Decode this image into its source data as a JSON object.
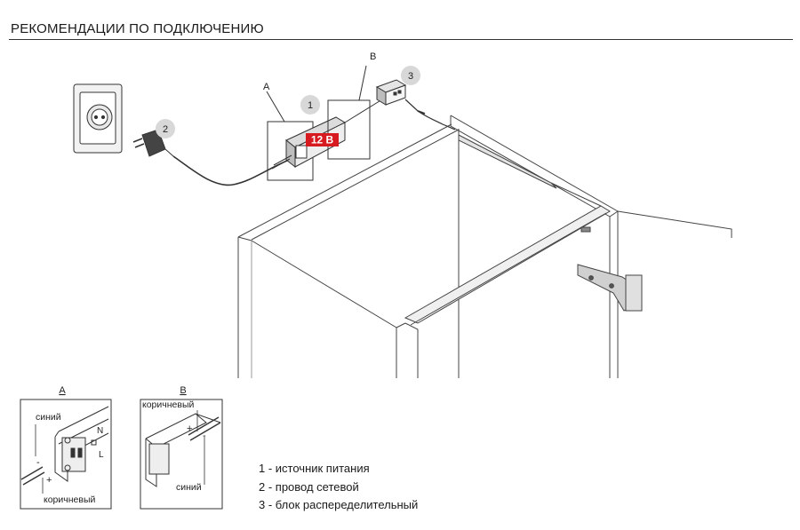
{
  "title": "РЕКОМЕНДАЦИИ ПО ПОДКЛЮЧЕНИЮ",
  "callouts": {
    "c1": "1",
    "c2": "2",
    "c3": "3"
  },
  "detail_markers": {
    "a": "A",
    "b": "B"
  },
  "voltage_label": "12 В",
  "detail_a": {
    "title": "A",
    "label_blue": "синий",
    "label_brown": "коричневый",
    "minus": "-",
    "plus": "+",
    "mark_n": "N",
    "mark_l": "L"
  },
  "detail_b": {
    "title": "B",
    "label_brown": "коричневый",
    "label_blue": "синий",
    "plus": "+",
    "minus": "-"
  },
  "legend": [
    "1 - источник питания",
    "2 - провод сетевой",
    "3 - блок распеределительный"
  ]
}
